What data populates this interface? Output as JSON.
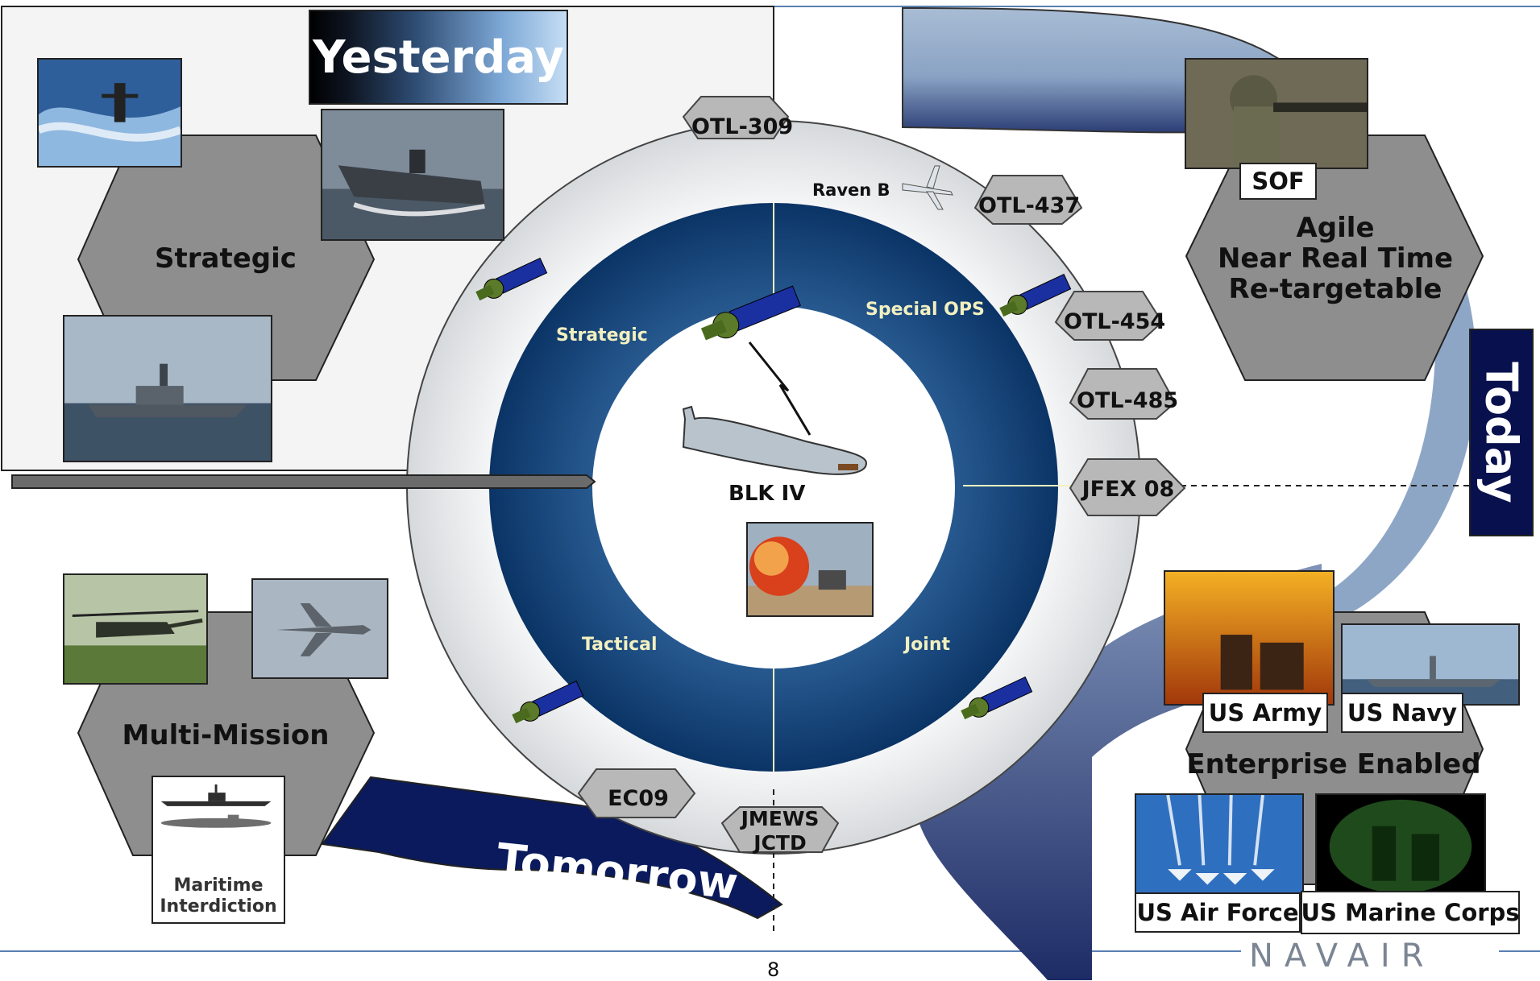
{
  "headers": {
    "yesterday": "Yesterday",
    "today": "Today",
    "tomorrow": "Tomorrow"
  },
  "hexagons": {
    "strategic": "Strategic",
    "multi_mission": "Multi-Mission",
    "agile": [
      "Agile",
      "Near Real Time",
      "Re-targetable"
    ],
    "enterprise": "Enterprise Enabled"
  },
  "captions": {
    "sof": "SOF",
    "us_army": "US Army",
    "us_navy": "US Navy",
    "us_air_force": "US Air Force",
    "us_marine_corps": "US Marine Corps",
    "maritime_interdiction": [
      "Maritime",
      "Interdiction"
    ]
  },
  "ring_labels": {
    "strategic": "Strategic",
    "special_ops": "Special  OPS",
    "tactical": "Tactical",
    "joint": "Joint"
  },
  "center": {
    "blk_iv": "BLK IV",
    "raven_b": "Raven B"
  },
  "milestones": [
    "OTL-309",
    "OTL-437",
    "OTL-454",
    "OTL-485",
    "JFEX 08",
    "EC09",
    "JMEWS JCTD"
  ],
  "page_number": "8",
  "logo": "NAVAIR",
  "colors": {
    "hex_gray": "#8e8e8e",
    "outer_ring": "#d9dcde",
    "inner_ring": "#0e3c72",
    "navy_arrow": "#0a1a5c",
    "light_arrow": "#9db4cf",
    "ring_label_color": "#f2f0c0"
  },
  "icons": [
    "submarine-photo",
    "aircraft-carrier-photo",
    "destroyer-photo",
    "helicopter-photo",
    "fighter-jet-photo",
    "ship-silhouette-icon",
    "submarine-silhouette-icon",
    "soldier-photo",
    "army-photo",
    "navy-ship-photo",
    "air-force-jets-photo",
    "night-vision-photo",
    "explosion-photo",
    "satellite-icon",
    "uav-icon",
    "torpedo-missile-icon"
  ]
}
